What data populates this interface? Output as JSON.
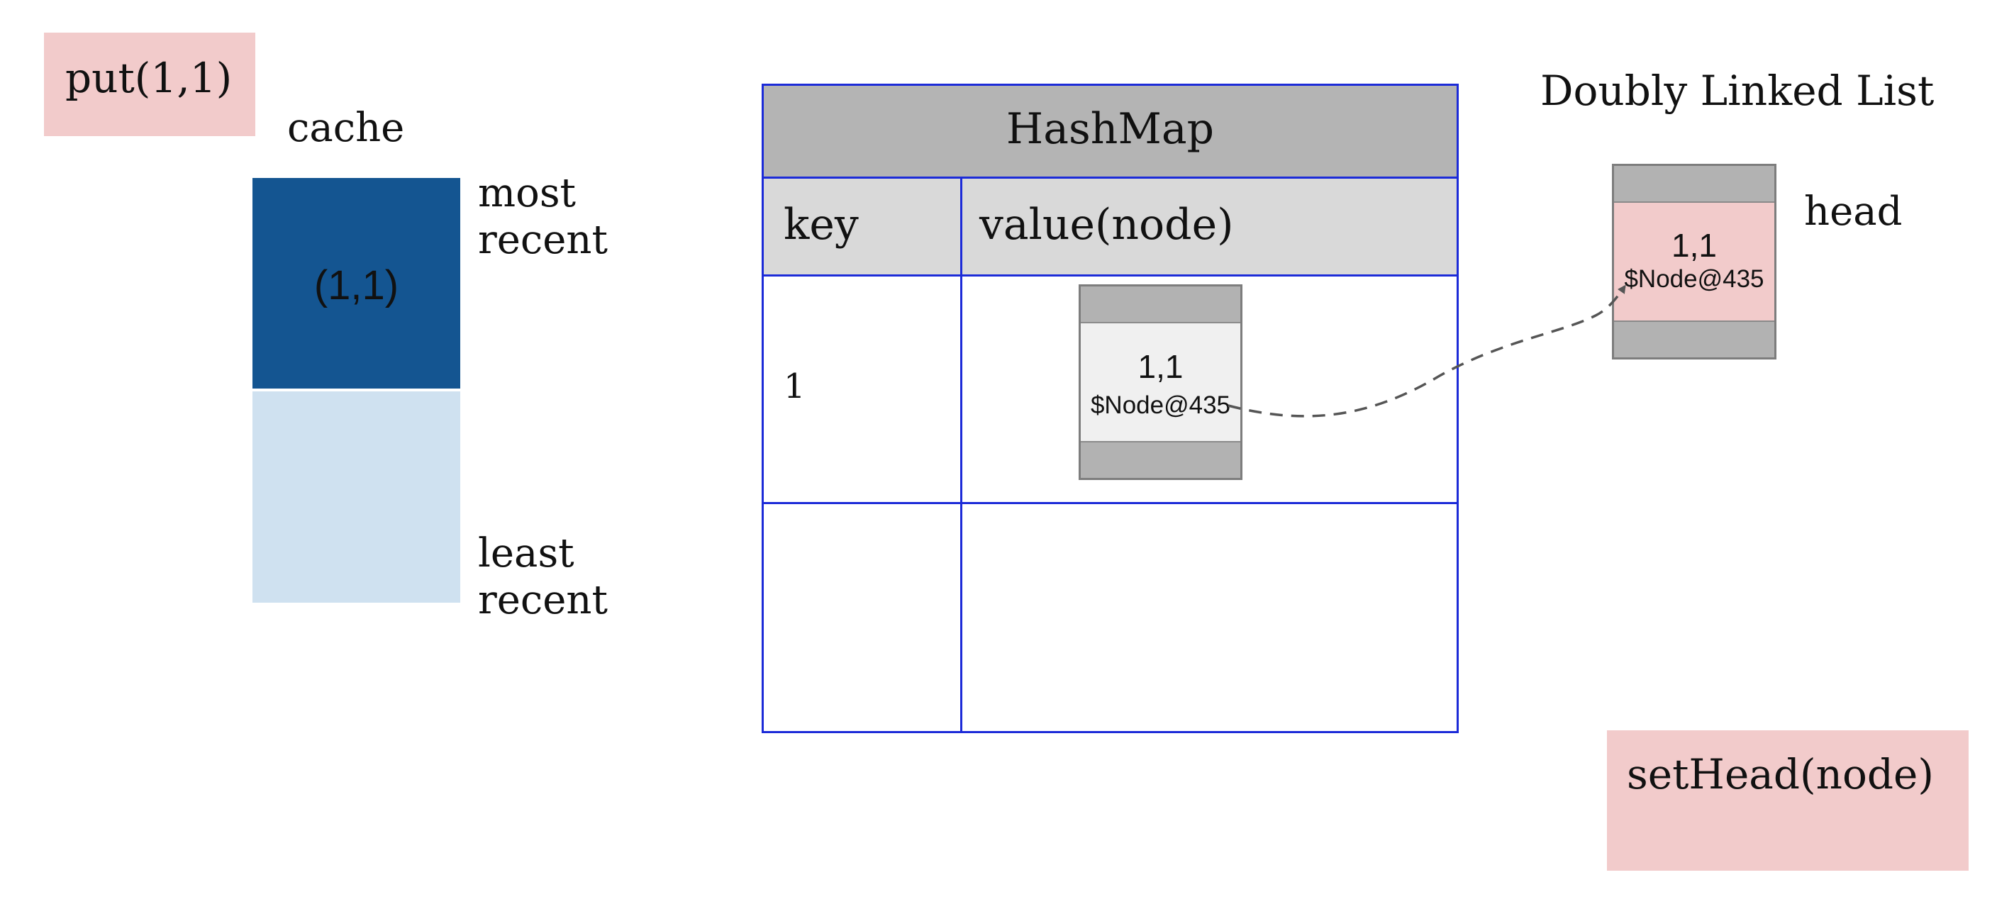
{
  "operation": {
    "call": "put(1,1)"
  },
  "cache": {
    "label": "cache",
    "entry": "(1,1)",
    "most_recent_label": [
      "most",
      "recent"
    ],
    "least_recent_label": [
      "least",
      "recent"
    ],
    "colors": {
      "occupied": "#145591",
      "empty": "#cfe1f0"
    }
  },
  "hashmap": {
    "title": "HashMap",
    "key_header": "key",
    "value_header": "value(node)",
    "rows": [
      {
        "key": "1",
        "node": {
          "value": "1,1",
          "address": "$Node@435"
        }
      },
      {
        "key": "",
        "node": null
      }
    ],
    "border_color": "#1c2bd8"
  },
  "linked_list": {
    "title": "Doubly Linked List",
    "head_label": "head",
    "head_node": {
      "value": "1,1",
      "address": "$Node@435"
    }
  },
  "action": {
    "call": "setHead(node)"
  },
  "colors": {
    "call_box": "#f2cbcb",
    "header_gray": "#b4b4b4",
    "subheader_gray": "#d9d9d9"
  }
}
